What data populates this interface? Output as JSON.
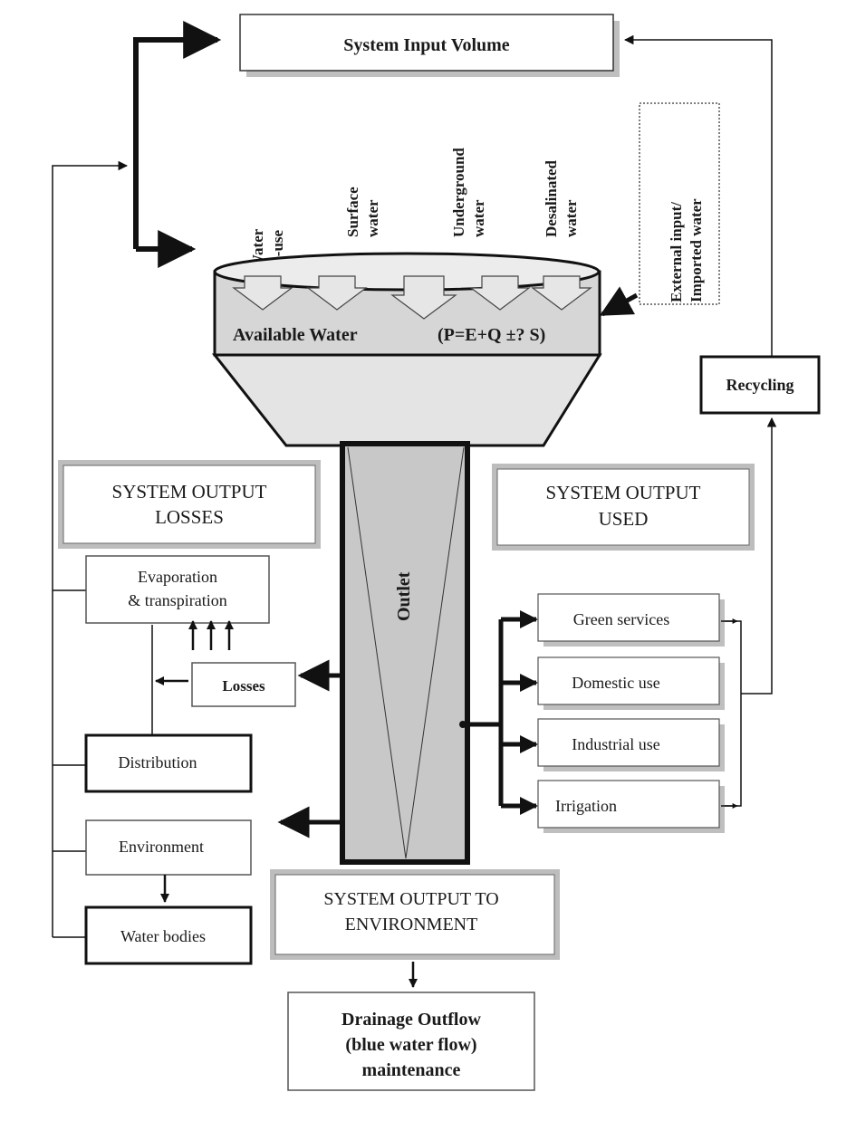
{
  "system_input": "System Input Volume",
  "sources": {
    "reuse": [
      "Water",
      "re-use"
    ],
    "surface": [
      "Surface",
      "water"
    ],
    "underground": [
      "Underground",
      "water"
    ],
    "desalinated": [
      "Desalinated",
      "water"
    ]
  },
  "external_input": [
    "External input/",
    "Imported water"
  ],
  "available_water": "Available Water",
  "equation": "(P=E+Q ±? S)",
  "recycling": "Recycling",
  "output_losses": [
    "SYSTEM OUTPUT",
    "LOSSES"
  ],
  "output_used": [
    "SYSTEM OUTPUT",
    "USED"
  ],
  "output_env": [
    "SYSTEM OUTPUT TO",
    "ENVIRONMENT"
  ],
  "outlet": "Outlet",
  "evaporation": [
    "Evaporation",
    "& transpiration"
  ],
  "losses": "Losses",
  "distribution": "Distribution",
  "environment": "Environment",
  "water_bodies": "Water bodies",
  "uses": {
    "green": "Green services",
    "domestic": "Domestic use",
    "industrial": "Industrial use",
    "irrigation": "Irrigation"
  },
  "drainage": [
    "Drainage Outflow",
    "(blue water flow)",
    "maintenance"
  ]
}
